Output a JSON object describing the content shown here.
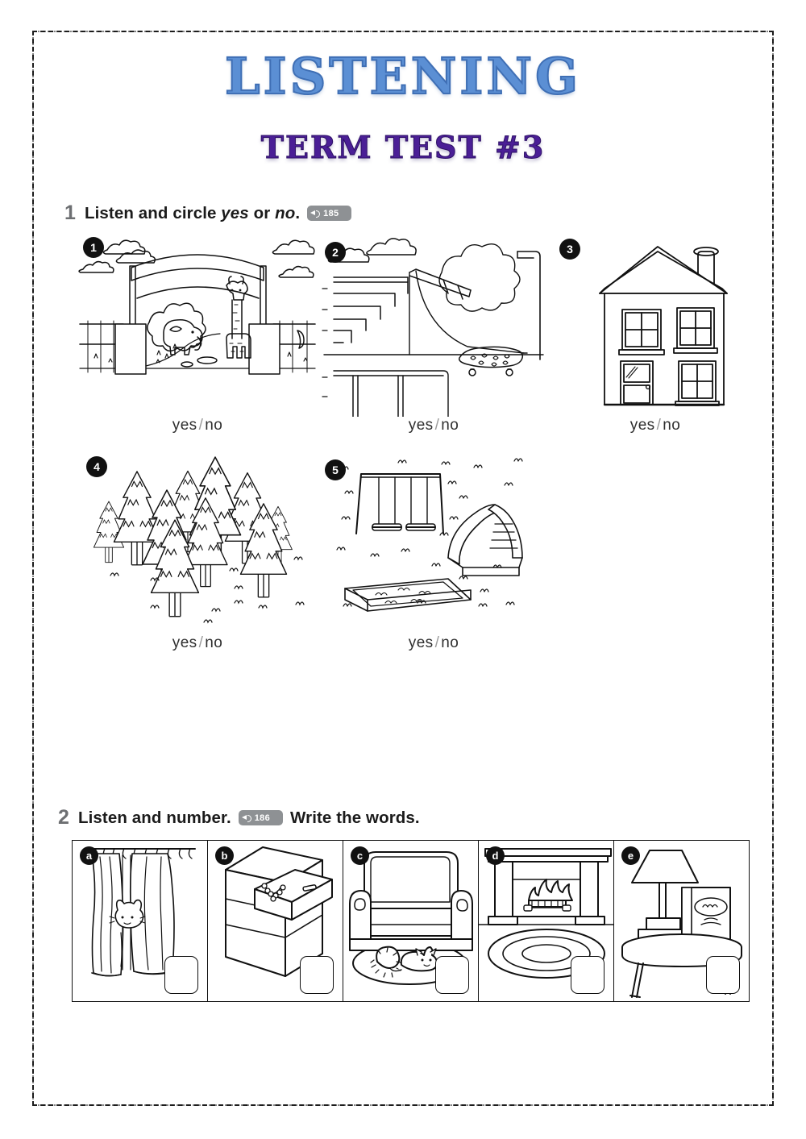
{
  "page": {
    "title_main": "LISTENING",
    "title_sub": "TERM TEST #3"
  },
  "exercise1": {
    "number": "1",
    "text_before_yes": "Listen and circle ",
    "word_yes": "yes",
    "text_between": " or ",
    "word_no": "no",
    "text_after": ".",
    "audio": {
      "icon": "speaker-icon",
      "track": "185"
    },
    "answer_yes": "yes",
    "answer_separator": "/",
    "answer_no": "no",
    "items": [
      {
        "number": "1",
        "scene": "zoo-entrance-with-elephant-and-giraffe"
      },
      {
        "number": "2",
        "scene": "skate-park-with-ramp-stairs-and-skateboard"
      },
      {
        "number": "3",
        "scene": "two-storey-house-with-chimney"
      },
      {
        "number": "4",
        "scene": "forest-of-pine-trees"
      },
      {
        "number": "5",
        "scene": "playground-with-swings-slide-and-sandpit"
      }
    ]
  },
  "exercise2": {
    "number": "2",
    "text_part1": "Listen and number.",
    "audio": {
      "icon": "speaker-icon",
      "track": "186"
    },
    "text_part2": "Write the words.",
    "items": [
      {
        "letter": "a",
        "scene": "curtains-with-cat-peeking"
      },
      {
        "letter": "b",
        "scene": "chest-of-drawers-with-open-drawer"
      },
      {
        "letter": "c",
        "scene": "armchair-with-cat-on-rug"
      },
      {
        "letter": "d",
        "scene": "fireplace-with-fire-and-rug"
      },
      {
        "letter": "e",
        "scene": "table-with-lamp-and-book"
      }
    ]
  },
  "colors": {
    "title_blue": "#5b8fd4",
    "title_purple": "#4b1f96",
    "badge_black": "#111111",
    "audio_gray": "#8e9194",
    "ink": "#1b1b1b"
  }
}
